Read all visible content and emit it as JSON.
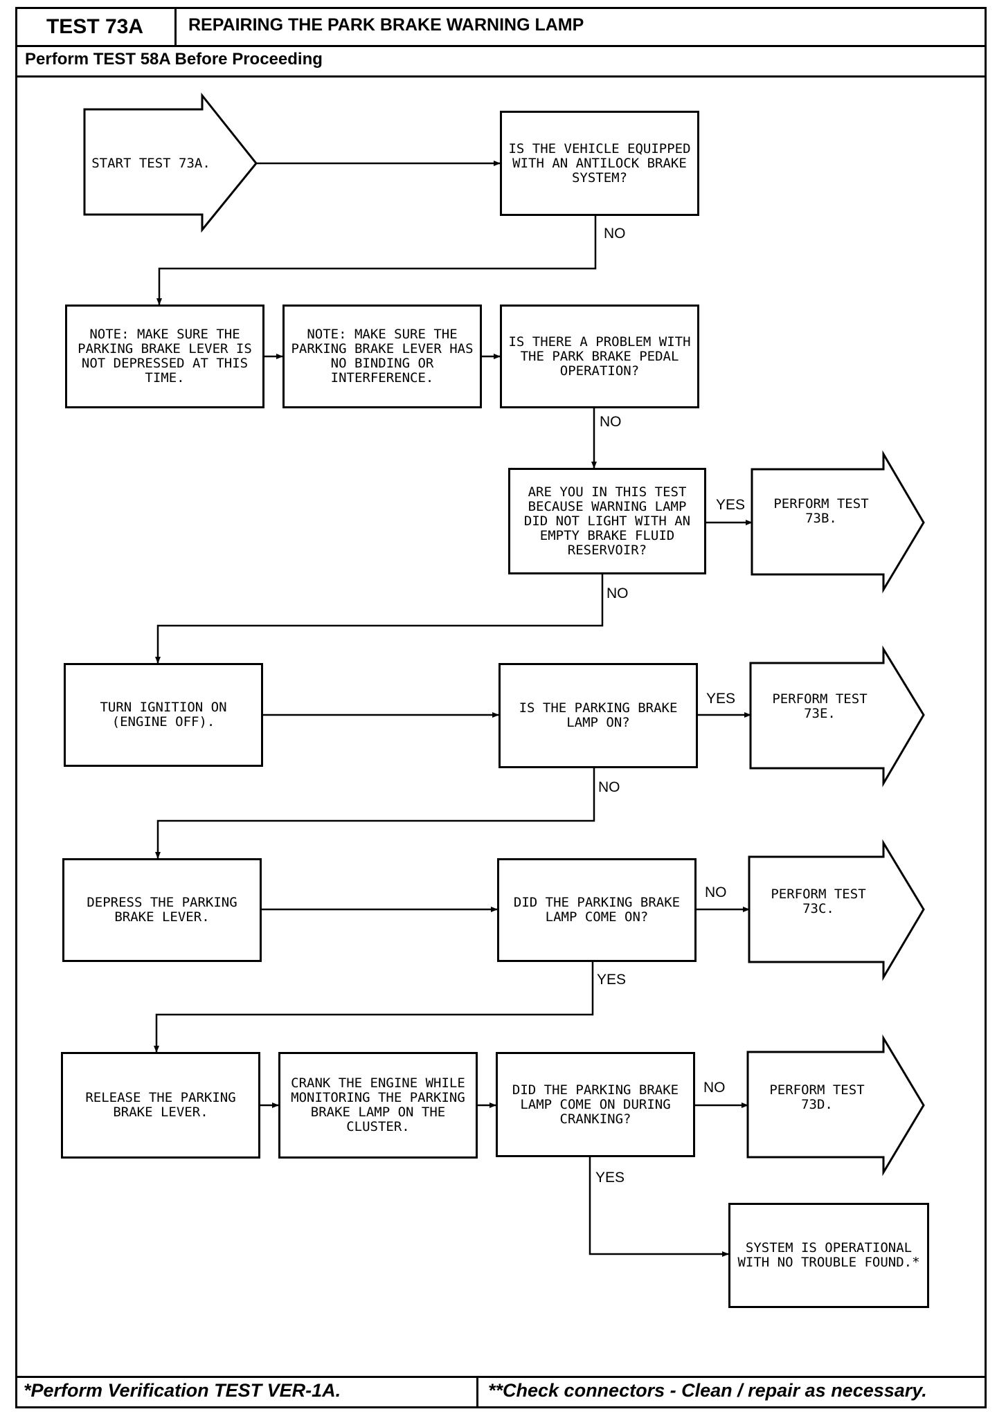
{
  "header": {
    "test_id": "TEST 73A",
    "title": "REPAIRING THE PARK BRAKE WARNING LAMP",
    "prerequisite": "Perform TEST 58A Before Proceeding"
  },
  "flowchart": {
    "start": "START TEST 73A.",
    "q_abs": "IS THE VEHICLE EQUIPPED WITH AN ANTILOCK BRAKE SYSTEM?",
    "note1": "NOTE: MAKE SURE THE PARKING BRAKE LEVER IS NOT DEPRESSED AT THIS TIME.",
    "note2": "NOTE: MAKE SURE THE PARKING BRAKE LEVER HAS NO BINDING OR INTERFERENCE.",
    "q_pedal": "IS THERE A PROBLEM WITH THE PARK BRAKE PEDAL OPERATION?",
    "q_reservoir": "ARE YOU IN THIS TEST BECAUSE WARNING LAMP DID NOT LIGHT WITH AN EMPTY BRAKE FLUID RESERVOIR?",
    "perform_73b": "PERFORM TEST 73B.",
    "turn_ignition": "TURN IGNITION ON (ENGINE OFF).",
    "q_lamp_on": "IS THE PARKING BRAKE LAMP ON?",
    "perform_73e": "PERFORM TEST 73E.",
    "depress_lever": "DEPRESS THE PARKING BRAKE LEVER.",
    "q_lamp_came_on": "DID THE PARKING BRAKE LAMP COME ON?",
    "perform_73c": "PERFORM TEST 73C.",
    "release_lever": "RELEASE THE PARKING BRAKE LEVER.",
    "crank_engine": "CRANK THE ENGINE WHILE MONITORING THE PARKING BRAKE LAMP ON THE CLUSTER.",
    "q_cranking": "DID THE PARKING BRAKE LAMP COME ON DURING CRANKING?",
    "perform_73d": "PERFORM TEST 73D.",
    "system_ok": "SYSTEM IS OPERATIONAL WITH NO TROUBLE FOUND.*",
    "labels": {
      "no1": "NO",
      "no2": "NO",
      "yes1": "YES",
      "no3": "NO",
      "yes2": "YES",
      "no4": "NO",
      "no5": "NO",
      "yes3": "YES",
      "no6": "NO",
      "yes4": "YES"
    }
  },
  "footer": {
    "left": "*Perform Verification TEST VER-1A.",
    "right": "**Check connectors - Clean / repair as necessary."
  }
}
